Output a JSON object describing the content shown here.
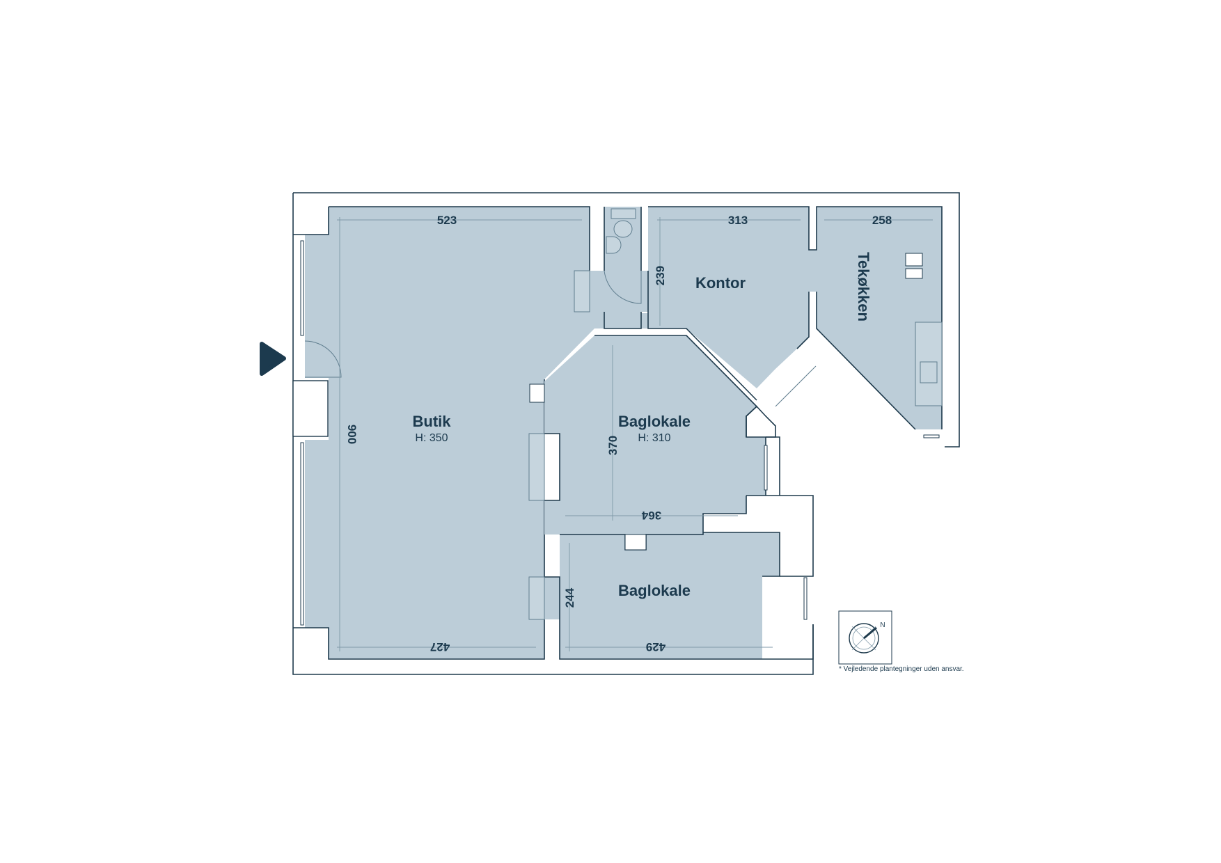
{
  "rooms": {
    "butik": {
      "name": "Butik",
      "height": "H: 350"
    },
    "baglokale_main": {
      "name": "Baglokale",
      "height": "H: 310"
    },
    "baglokale_small": {
      "name": "Baglokale"
    },
    "kontor": {
      "name": "Kontor"
    },
    "tekokken": {
      "name": "Tekøkken"
    }
  },
  "dimensions": {
    "butik_top": "523",
    "butik_height": "900",
    "butik_bottom": "427",
    "kontor_top": "313",
    "kontor_side": "239",
    "tekokken_top": "258",
    "baglokale_vertical": "370",
    "baglokale_width": "364",
    "baglokale_small_vertical": "244",
    "baglokale_small_bottom": "429"
  },
  "compass": {
    "north_label": "N"
  },
  "disclaimer": "* Vejledende plantegninger uden ansvar.",
  "colors": {
    "room_fill": "#bccdd8",
    "wall_outline": "#1e3a4c",
    "entrance_marker": "#1c3a4e"
  },
  "icons": {
    "entrance": "entrance-arrow-icon",
    "compass": "compass-icon"
  }
}
